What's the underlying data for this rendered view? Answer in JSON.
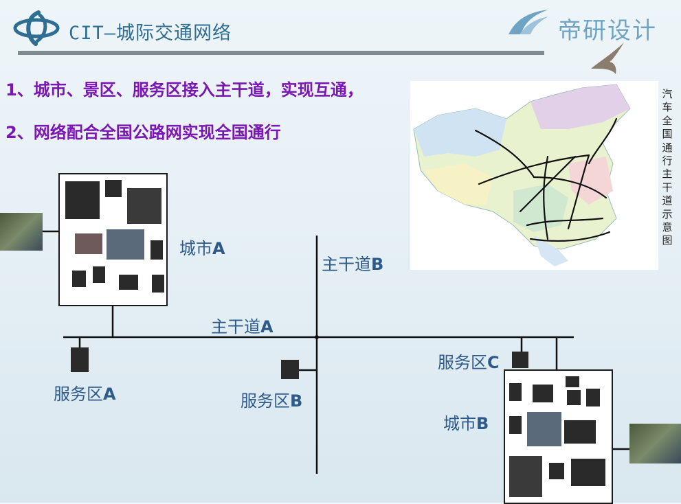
{
  "header": {
    "title": "CIT—城际交通网络",
    "brand": "帝研设计"
  },
  "points": [
    "1、城市、景区、服务区接入主干道，实现互通，",
    "2、网络配合全国公路网实现全国通行"
  ],
  "map": {
    "caption": "汽车全国通行主干道示意图"
  },
  "diagram": {
    "city_a": {
      "prefix": "城市",
      "letter": "A"
    },
    "city_b": {
      "prefix": "城市",
      "letter": "B"
    },
    "trunk_a": {
      "prefix": "主干道",
      "letter": "A"
    },
    "trunk_b": {
      "prefix": "主干道",
      "letter": "B"
    },
    "service_a": {
      "prefix": "服务区",
      "letter": "A"
    },
    "service_b": {
      "prefix": "服务区",
      "letter": "B"
    },
    "service_c": {
      "prefix": "服务区",
      "letter": "C"
    }
  },
  "colors": {
    "title": "#2f6e93",
    "point_text": "#7a16b4",
    "diagram_label": "#2d5a8a",
    "road": "#111111"
  }
}
